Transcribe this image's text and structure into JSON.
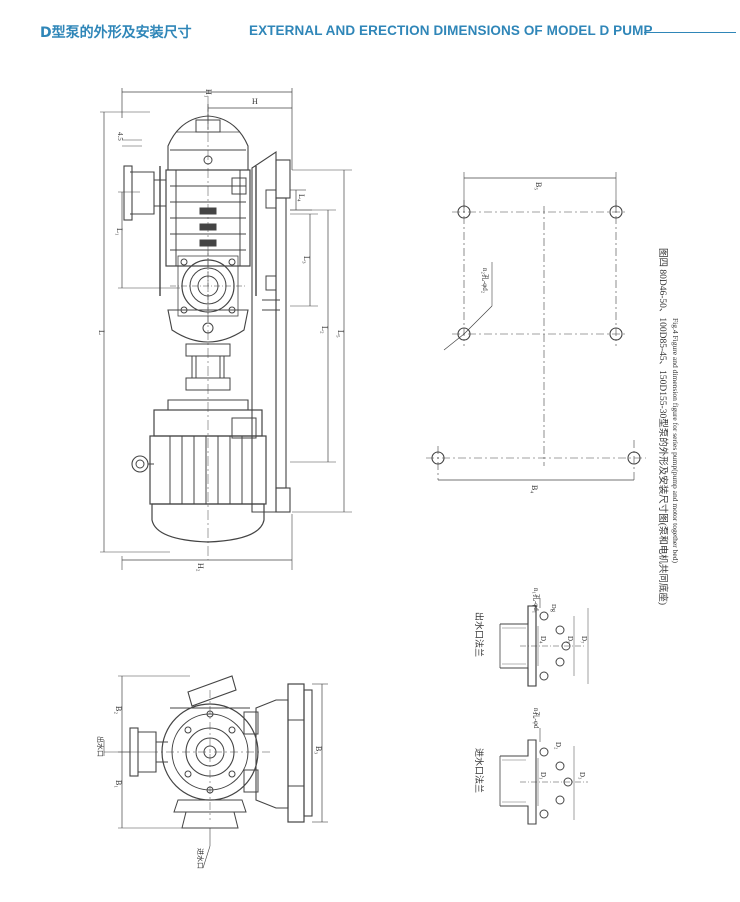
{
  "header": {
    "title_cn": "D型泵的外形及安装尺寸",
    "title_en": "EXTERNAL AND ERECTION DIMENSIONS OF MODEL D PUMP"
  },
  "labels": {
    "H1": "H₁",
    "H": "H",
    "H2": "H₂",
    "h4_5": "4.5",
    "L": "L",
    "L1": "L₁",
    "L2": "L₂",
    "L3": "L₃",
    "L4": "L₄",
    "L5": "L₅",
    "B1": "B₁",
    "B2": "B₂",
    "B3": "B₃",
    "B4": "B₄",
    "B5": "B₅",
    "outlet_side": "出水口",
    "inlet_side": "进水口",
    "holes_d2": "n₂孔-φd₂",
    "holes_d1": "n₁孔-φd₁",
    "holes_d": "n孔-φd",
    "outlet_flange": "出水口法兰",
    "inlet_flange": "进水口法兰",
    "Dg": "Dg",
    "D4": "D₄",
    "D5": "D₅",
    "D7": "D₇",
    "D1": "D₁",
    "D2": "D₂",
    "D3": "D₃"
  },
  "caption": {
    "cn": "图四 80D46-50、100D85-45、150D155-30型泵的外形及安装尺寸图(泵和电机共同底座)",
    "en": "Fig.4 Figure and dimension figure for series pump(pump and motor together bed)"
  }
}
